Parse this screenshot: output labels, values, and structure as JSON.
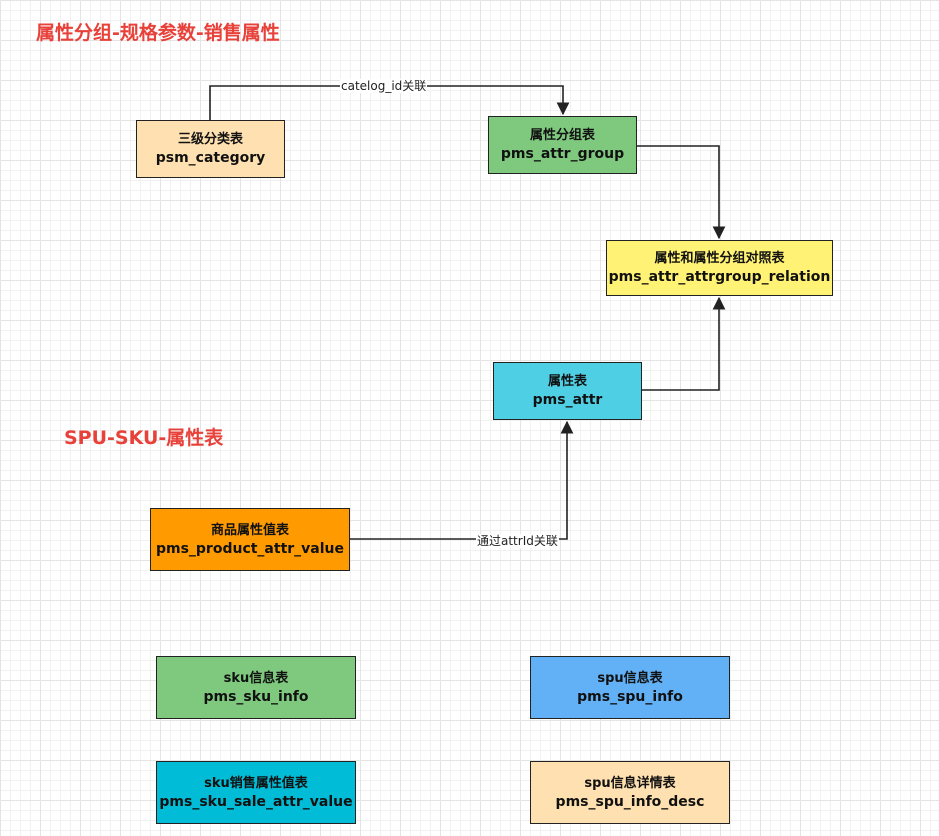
{
  "headings": {
    "top": "属性分组-规格参数-销售属性",
    "middle": "SPU-SKU-属性表"
  },
  "tables": [
    {
      "id": "category",
      "cn": "三级分类表",
      "en": "psm_category",
      "color": "#ffe0b0"
    },
    {
      "id": "attr_group",
      "cn": "属性分组表",
      "en": "pms_attr_group",
      "color": "#7fc97f"
    },
    {
      "id": "relation",
      "cn": "属性和属性分组对照表",
      "en": "pms_attr_attrgroup_relation",
      "color": "#fff275"
    },
    {
      "id": "attr",
      "cn": "属性表",
      "en": "pms_attr",
      "color": "#4fcfe4"
    },
    {
      "id": "product_attr_value",
      "cn": "商品属性值表",
      "en": "pms_product_attr_value",
      "color": "#ff9a00"
    },
    {
      "id": "sku_info",
      "cn": "sku信息表",
      "en": "pms_sku_info",
      "color": "#7fc97f"
    },
    {
      "id": "spu_info",
      "cn": "spu信息表",
      "en": "pms_spu_info",
      "color": "#62b0f5"
    },
    {
      "id": "sku_sale_attr_value",
      "cn": "sku销售属性值表",
      "en": "pms_sku_sale_attr_value",
      "color": "#00bcd6"
    },
    {
      "id": "spu_info_desc",
      "cn": "spu信息详情表",
      "en": "pms_spu_info_desc",
      "color": "#ffe0b0"
    }
  ],
  "edges": [
    {
      "from": "category",
      "to": "attr_group",
      "label": "catelog_id关联"
    },
    {
      "from": "attr_group",
      "to": "relation",
      "label": ""
    },
    {
      "from": "attr",
      "to": "relation",
      "label": ""
    },
    {
      "from": "product_attr_value",
      "to": "attr",
      "label": "通过attrId关联"
    }
  ]
}
